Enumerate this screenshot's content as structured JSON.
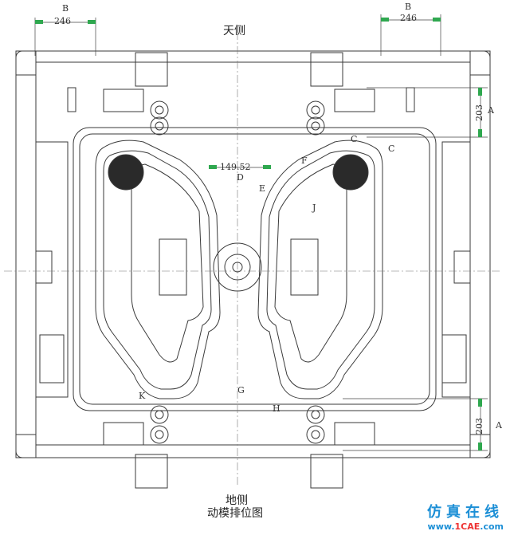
{
  "labels": {
    "top_side": "天侧",
    "bottom_side": "地侧",
    "caption": "动模排位图"
  },
  "dimensions": {
    "left_width": "246",
    "right_width": "246",
    "right_upper": "203",
    "right_lower": "203",
    "center": "149.52"
  },
  "section_letters": {
    "B_left": "B",
    "B_right": "B",
    "A_upper": "A",
    "A_lower": "A",
    "D": "D",
    "C1": "C",
    "C2": "C",
    "E": "E",
    "F": "F",
    "J": "J",
    "K": "K",
    "G": "G",
    "H": "H"
  },
  "watermark": {
    "brand": "仿真在线",
    "url_prefix": "www.",
    "url_main": "1CAE",
    "url_suffix": ".com"
  },
  "colors": {
    "line": "#3a3a3a",
    "thin": "#666666",
    "marker": "#2fa84f",
    "watermark": "#1c8fd6"
  }
}
